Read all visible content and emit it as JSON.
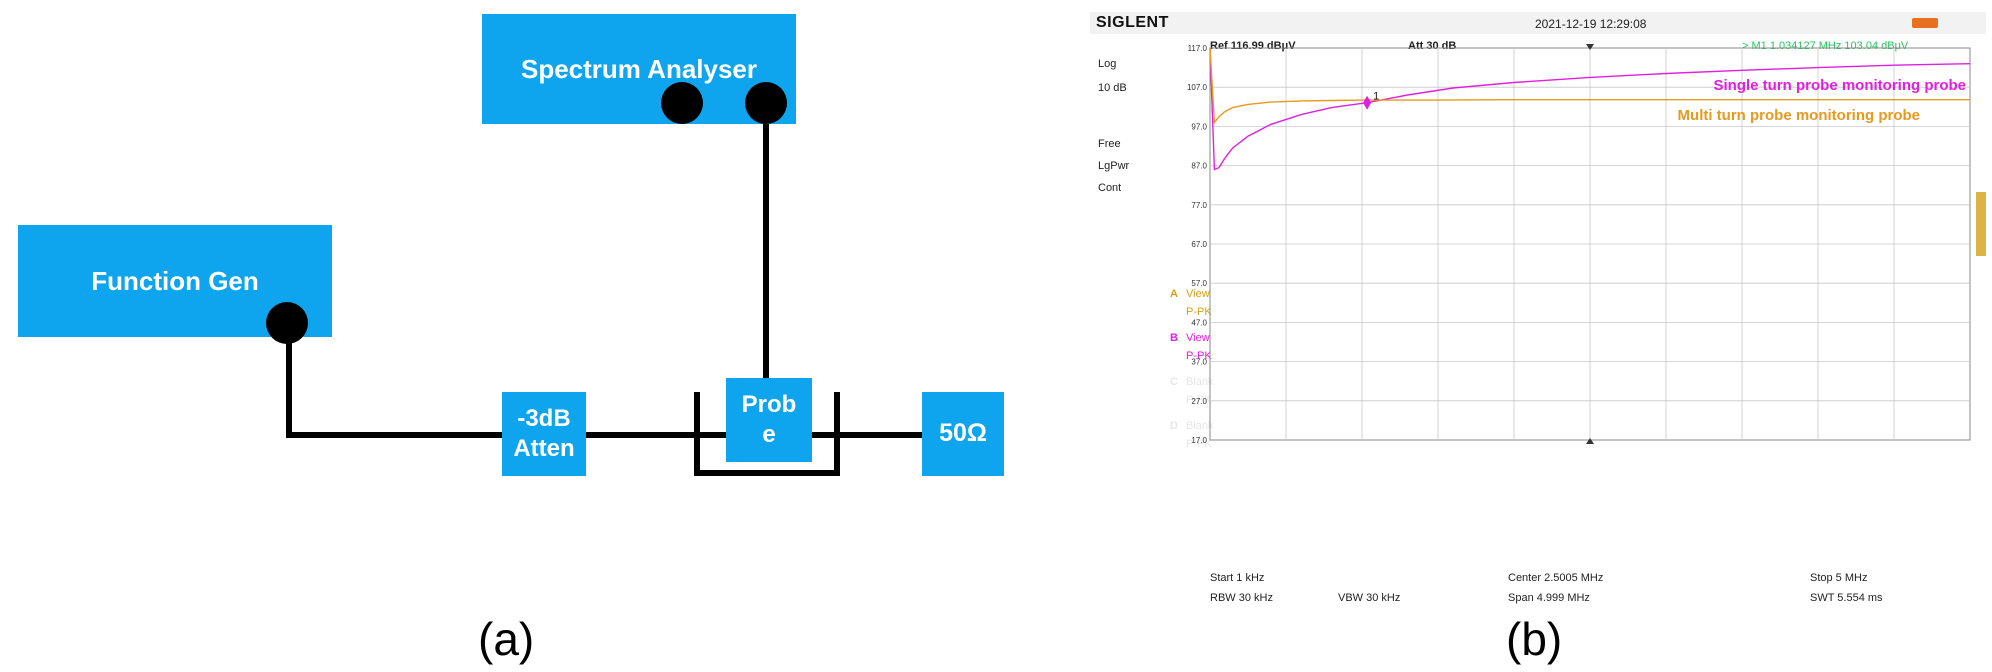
{
  "panel_a": {
    "caption": "(a)",
    "blocks": {
      "spectrum": "Spectrum Analyser",
      "function_gen": "Function Gen",
      "atten": "-3dB Atten",
      "probe": "Prob e",
      "load": "50Ω"
    }
  },
  "panel_b": {
    "caption": "(b)",
    "instrument": {
      "brand": "SIGLENT",
      "datetime": "2021-12-19 12:29:08",
      "ref": "Ref  116.99 dBμV",
      "att": "Att  30 dB",
      "marker_readout": ">  M1   1.034127 MHz   103.04 dBμV"
    },
    "left_panel": {
      "scale_type": "Log",
      "scale_div": "10 dB",
      "free": "Free",
      "lgpwr": "LgPwr",
      "cont": "Cont",
      "traces": [
        {
          "letter": "A",
          "state": "View",
          "mode": "P-PK",
          "color": "#d4a017"
        },
        {
          "letter": "B",
          "state": "View",
          "mode": "P-PK",
          "color": "#e020e0"
        },
        {
          "letter": "C",
          "state": "Blank",
          "mode": "P-PK",
          "color": "#e6e6e6"
        },
        {
          "letter": "D",
          "state": "Blank",
          "mode": "P-PK",
          "color": "#e6e6e6"
        }
      ]
    },
    "bottom": {
      "start": "Start  1 kHz",
      "center": "Center  2.5005 MHz",
      "stop": "Stop  5 MHz",
      "rbw": "RBW  30 kHz",
      "vbw": "VBW  30 kHz",
      "span": "Span   4.999 MHz",
      "swt": "SWT  5.554 ms"
    },
    "marker_label": "1",
    "colors": {
      "single_turn": "#e020e0",
      "multi_turn": "#e69a1e",
      "grid": "#c8c8c8",
      "marker_readout": "#22c55e"
    }
  },
  "chart_data": {
    "type": "line",
    "xlabel": "",
    "ylabel": "",
    "x_unit": "MHz",
    "y_unit": "dBμV",
    "xlim": [
      0.001,
      5.0
    ],
    "ylim": [
      17.0,
      117.0
    ],
    "y_ticks": [
      "117.0",
      "107.0",
      "97.0",
      "87.0",
      "77.0",
      "67.0",
      "57.0",
      "47.0",
      "37.0",
      "27.0",
      "17.0"
    ],
    "grid": true,
    "series": [
      {
        "name": "Single turn probe monitoring probe",
        "color": "#e020e0",
        "x": [
          0.001,
          0.03,
          0.06,
          0.1,
          0.15,
          0.25,
          0.4,
          0.6,
          0.8,
          1.034,
          1.3,
          1.6,
          2.0,
          2.5,
          3.0,
          3.5,
          4.0,
          4.5,
          5.0
        ],
        "y": [
          117.0,
          86.0,
          86.5,
          89.0,
          91.5,
          94.5,
          97.5,
          100.0,
          101.8,
          103.04,
          105.0,
          106.8,
          108.2,
          109.5,
          110.5,
          111.3,
          112.0,
          112.6,
          113.0
        ]
      },
      {
        "name": "Multi turn probe monitoring probe",
        "color": "#e69a1e",
        "x": [
          0.001,
          0.03,
          0.06,
          0.1,
          0.15,
          0.25,
          0.4,
          0.6,
          0.8,
          1.0,
          1.5,
          2.0,
          3.0,
          4.0,
          5.0
        ],
        "y": [
          117.0,
          98.0,
          99.5,
          100.8,
          101.8,
          102.6,
          103.2,
          103.5,
          103.6,
          103.7,
          103.7,
          103.8,
          103.8,
          103.8,
          103.8
        ]
      }
    ],
    "markers": [
      {
        "label": "1",
        "x": 1.034127,
        "y": 103.04
      }
    ]
  }
}
